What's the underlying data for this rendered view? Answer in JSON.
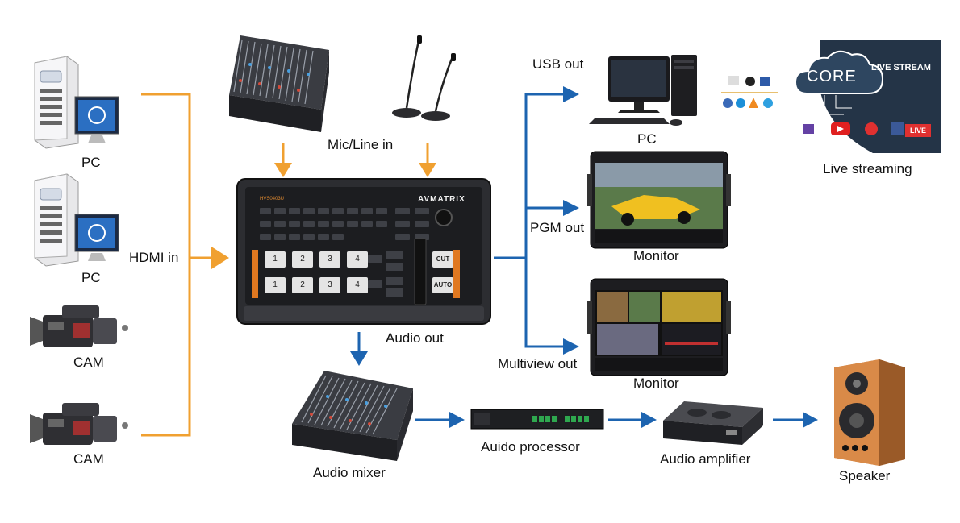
{
  "inputs": {
    "pc1": "PC",
    "pc2": "PC",
    "cam1": "CAM",
    "cam2": "CAM",
    "hdmi_in": "HDMI in"
  },
  "audio_in": {
    "mic_line_in": "Mic/Line in"
  },
  "switcher": {
    "brand": "AVMATRIX",
    "model": "HVS0403U",
    "audio_out": "Audio out",
    "buttons": [
      "1",
      "2",
      "3",
      "4",
      "1",
      "2",
      "3",
      "4"
    ],
    "cut": "CUT",
    "auto": "AUTO"
  },
  "outputs": {
    "usb_out": "USB out",
    "pc": "PC",
    "pgm_out": "PGM out",
    "monitor1": "Monitor",
    "multiview_out": "Multiview out",
    "monitor2": "Monitor"
  },
  "streaming": {
    "core": "CORE",
    "live_stream": "LIVE STREAM",
    "live_badge": "LIVE",
    "caption": "Live streaming"
  },
  "audio_chain": {
    "mixer": "Audio mixer",
    "processor": "Auido processor",
    "amplifier": "Audio amplifier",
    "speaker": "Speaker"
  },
  "colors": {
    "orange": "#f0a030",
    "blue": "#1d64b0",
    "stream_bg": "#243447"
  }
}
